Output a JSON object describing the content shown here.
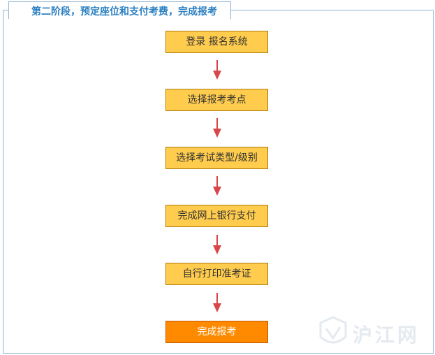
{
  "header": {
    "title": "第二阶段，预定座位和支付考费，完成报考"
  },
  "steps": [
    {
      "label": "登录 报名系统"
    },
    {
      "label": "选择报考考点"
    },
    {
      "label": "选择考试类型/级别"
    },
    {
      "label": "完成网上银行支付"
    },
    {
      "label": "自行打印准考证"
    },
    {
      "label": "完成报考"
    }
  ],
  "watermark": {
    "text": "沪江网"
  },
  "colors": {
    "frame_border": "#8fb3d1",
    "title": "#2a7fc1",
    "step_fill": "#ffcc4d",
    "final_step_fill": "#ff8a00",
    "arrow": "#d9464a"
  }
}
